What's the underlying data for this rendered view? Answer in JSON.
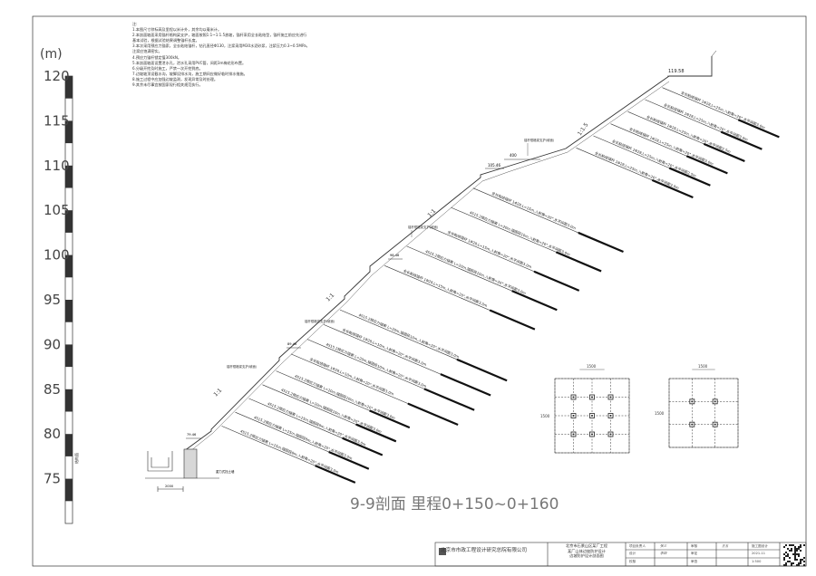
{
  "drawing": {
    "title": "9-9剖面  里程0+150~0+160",
    "elevation_unit": "(m)",
    "ruler_labels": [
      "120",
      "115",
      "110",
      "105",
      "100",
      "95",
      "90",
      "85",
      "80",
      "75"
    ],
    "ruler_side_label": "结构面",
    "top_elevation": "119.58",
    "slope_ratios": [
      "1:1.5",
      "1:1",
      "1:1",
      "1:1"
    ],
    "bench_widths": [
      "400",
      "105.46"
    ],
    "bench_elevations": [
      "98.46",
      "89.46",
      "79.46"
    ],
    "bench_callouts": [
      "锚杆框格梁支护(坡面)",
      "锚杆框格梁支护(坡面)",
      "锚杆框格梁支护(坡面)",
      "锚杆框格梁支护(坡面)"
    ],
    "toe_labels": {
      "toe_width": "2000",
      "toe_note": "重力式挡土墙"
    }
  },
  "notes": {
    "header": "注:",
    "items": [
      "1.本图尺寸除标高及里程以米计外，其余均以毫米计。",
      "2.本剖面坡面采用锚杆格构梁支护，坡面按照1:1~1:1.5放坡，锚杆采用全长粘结型，锚杆施工前应先进行基本试验，根据试验结果调整锚杆长度。",
      "3.本次采用预应力锚索，全长粘结锚杆，钻孔直径Φ130，注浆采用M30水泥砂浆，注浆压力0.3~0.5MPa，注浆应饱满密实。",
      "4.预应力锚杆锁定值300kN。",
      "5.本剖面坡面设置泄水孔，泄水孔采用PVC管，间距3m梅花形布置。",
      "6.分级开挖及时施工，严禁一次开挖到底。",
      "7.边坡坡顶设截水沟，坡脚设排水沟，施工期间应做好临时排水措施。",
      "8.施工过程中应加强边坡监测，发现异常及时处理。",
      "9.其余未尽事宜按国家现行相关规范执行。"
    ]
  },
  "upper_anchors": [
    "全长粘结锚杆 1Φ28,L=25m,入射角=20°,水平间距3.0m",
    "全长粘结锚杆 1Φ28,L=25m,入射角=20°,水平间距3.0m",
    "全长粘结锚杆 1Φ28,L=25m,入射角=20°,水平间距2.5m",
    "全长粘结锚杆 1Φ28,L=25m,入射角=20°,水平间距3.0m",
    "全长粘结锚杆 1Φ28,L=25m,入射角=20°,水平间距2.5m",
    "全长粘结锚杆 1Φ28,L=25m,入射角=20°,水平间距3.0m"
  ],
  "lower_anchors": [
    "全长粘结锚杆 1Φ28,L=15m,入射角=20°,水平间距3.0m",
    "4S15.2预应力锚索 L=20m,锚固段10m,入射角=20°,水平间距3.0m",
    "全长粘结锚杆 1Φ28,L=15m,入射角=20°,水平间距3.0m",
    "4S15.2预应力锚索 L=20m,锚固段10m,入射角=20°,水平间距3.0m",
    "全长粘结锚杆 1Φ28,L=15m,入射角=20°,水平间距3.0m",
    "4S15.2预应力锚索 L=20m,锚固段10m,入射角=20°,水平间距3.0m",
    "全长粘结锚杆 1Φ28,L=10m,入射角=20°,水平间距3.0m",
    "4S15.2预应力锚索 L=20m,锚固段10m,入射角=20°,水平间距3.0m",
    "全长粘结锚杆 1Φ28,L=10m,入射角=20°,水平间距3.0m",
    "4S15.2预应力锚索 L=20m,锚固段10m,入射角=20°,水平间距3.0m",
    "4S15.2预应力锚索 L=20m,锚固段10m,入射角=20°,水平间距3.0m",
    "4S15.2预应力锚索 L=15m,锚固段8m,入射角=20°,水平间距3.0m",
    "4S15.2预应力锚索 L=15m,锚固段8m,入射角=20°,水平间距3.0m",
    "4S15.2预应力锚索 L=15m,锚固段8m,入射角=20°,水平间距3.0m"
  ],
  "details": {
    "left_dims": [
      "1500",
      "1500"
    ],
    "right_dims": [
      "1500",
      "1500"
    ]
  },
  "title_block": {
    "org": "北京市市政工程设计研究总院有限公司",
    "project_lines": [
      "北京市石景山区某厂工程",
      "某厂山体边坡防护设计",
      "边坡防护设计剖面图"
    ],
    "role_labels": [
      "项目负责人",
      "设计",
      "校核",
      "审核",
      "审定",
      "审查"
    ],
    "signatures": [
      "张三",
      "李四",
      "王五"
    ],
    "stage": "施工图设计",
    "drawing_no": "2021-11",
    "scale": "1:500"
  }
}
